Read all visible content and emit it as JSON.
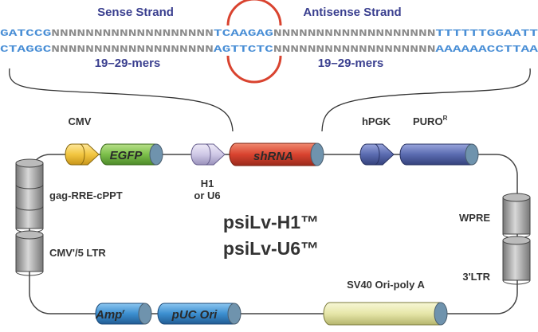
{
  "header": {
    "sense": "Sense Strand",
    "antisense": "Antisense Strand"
  },
  "sequence": {
    "top": [
      "GATCCG",
      "NNNNNNNNNNNNNNNNNNN",
      "TCAAGAG",
      "NNNNNNNNNNNNNNNNNNN",
      "TTTTTTGGAATT"
    ],
    "bottom": [
      "CTAGGC",
      "NNNNNNNNNNNNNNNNNNN",
      "AGTTCTC",
      "NNNNNNNNNNNNNNNNNNN",
      "AAAAAACCTTAA"
    ],
    "sense_length": "19–29-mers",
    "antisense_length": "19–29-mers"
  },
  "elements": {
    "cmv": "CMV",
    "egfp": "EGFP",
    "h1": "H1",
    "or_u6": "or U6",
    "shrna": "shRNA",
    "hpgk": "hPGK",
    "puro": "PURO",
    "puro_sup": "R",
    "gag": "gag-RRE-cPPT",
    "cmv_ltr": "CMV'/5 LTR",
    "wpre": "WPRE",
    "ltr3": "3'LTR",
    "sv40": "SV40 Ori-poly A",
    "amp": "Amp",
    "amp_sup": "r",
    "puc": "pUC Ori"
  },
  "title": {
    "line1": "psiLv-H1™",
    "line2": "psiLv-U6™"
  },
  "colors": {
    "red": "#d9432f",
    "green": "#7cbf4a",
    "yellow": "#f2c640",
    "lavender": "#cfc8e6",
    "navy": "#5a6bb0",
    "blue": "#3c8fd0",
    "cream": "#e6e6a8",
    "gray": "#a8a8a8"
  }
}
